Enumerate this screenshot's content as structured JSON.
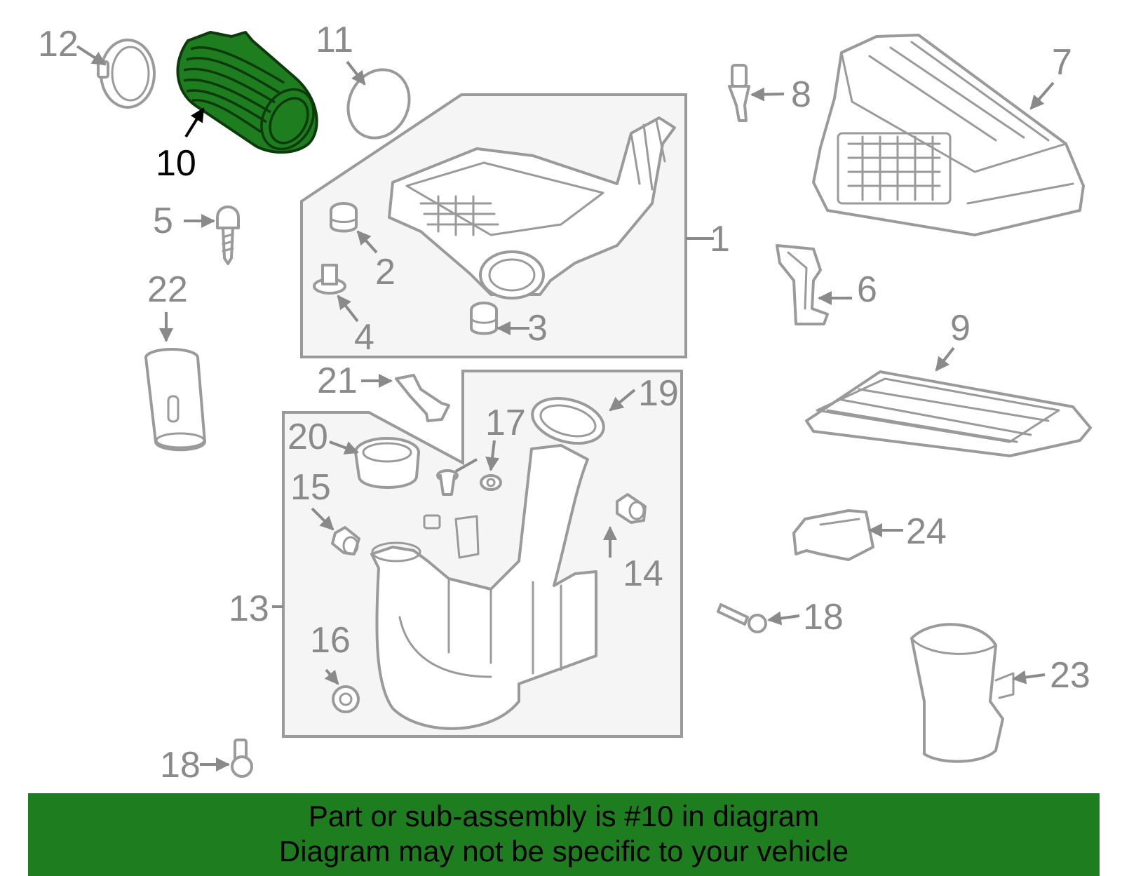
{
  "callouts": [
    {
      "id": "12",
      "label": "12"
    },
    {
      "id": "10",
      "label": "10",
      "highlighted": true
    },
    {
      "id": "11",
      "label": "11"
    },
    {
      "id": "8",
      "label": "8"
    },
    {
      "id": "7",
      "label": "7"
    },
    {
      "id": "5",
      "label": "5"
    },
    {
      "id": "2",
      "label": "2"
    },
    {
      "id": "1",
      "label": "1"
    },
    {
      "id": "6",
      "label": "6"
    },
    {
      "id": "22",
      "label": "22"
    },
    {
      "id": "4",
      "label": "4"
    },
    {
      "id": "3",
      "label": "3"
    },
    {
      "id": "9",
      "label": "9"
    },
    {
      "id": "21",
      "label": "21"
    },
    {
      "id": "19",
      "label": "19"
    },
    {
      "id": "17",
      "label": "17"
    },
    {
      "id": "20",
      "label": "20"
    },
    {
      "id": "15",
      "label": "15"
    },
    {
      "id": "24",
      "label": "24"
    },
    {
      "id": "14",
      "label": "14"
    },
    {
      "id": "13",
      "label": "13"
    },
    {
      "id": "18a",
      "label": "18"
    },
    {
      "id": "16",
      "label": "16"
    },
    {
      "id": "23",
      "label": "23"
    },
    {
      "id": "18b",
      "label": "18"
    }
  ],
  "highlighted_part": "10",
  "colors": {
    "highlight": "#1e7d1e",
    "banner": "#1e7d1e",
    "line_art": "#9a9a9a",
    "label_text": "#8a8a8a",
    "highlight_label": "#000000"
  },
  "footer": {
    "line1": "Part or sub-assembly is #10 in diagram",
    "line2": "Diagram may not be specific to your vehicle"
  }
}
